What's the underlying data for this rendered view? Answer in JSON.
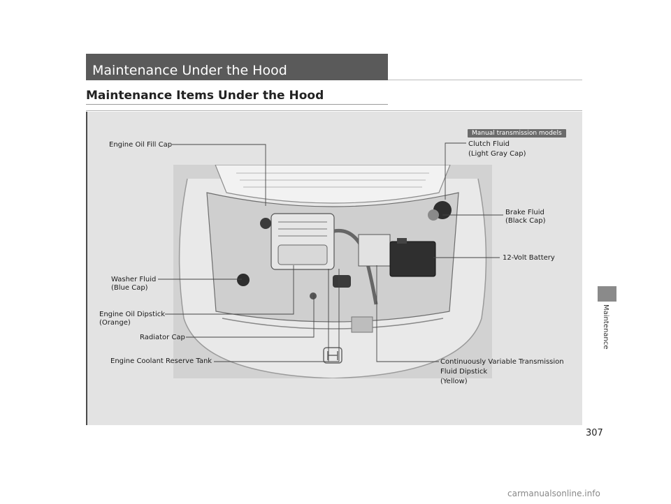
{
  "header": {
    "title": "Maintenance Under the Hood",
    "subtitle": "Maintenance Items Under the Hood"
  },
  "diagram": {
    "badge": "Manual transmission models",
    "labels": {
      "engine_oil_fill_cap": "Engine Oil Fill Cap",
      "clutch_fluid_1": "Clutch Fluid",
      "clutch_fluid_2": "(Light Gray Cap)",
      "brake_fluid_1": "Brake Fluid",
      "brake_fluid_2": "(Black Cap)",
      "battery": "12-Volt Battery",
      "washer_fluid_1": "Washer Fluid",
      "washer_fluid_2": "(Blue Cap)",
      "oil_dipstick_1": "Engine Oil Dipstick",
      "oil_dipstick_2": "(Orange)",
      "radiator_cap": "Radiator Cap",
      "coolant_tank": "Engine Coolant Reserve Tank",
      "cvt_1": "Continuously Variable Transmission",
      "cvt_2": "Fluid Dipstick",
      "cvt_3": "(Yellow)"
    }
  },
  "sidebar": {
    "section": "Maintenance"
  },
  "footer": {
    "page_number": "307",
    "watermark": "carmanualsonline.info"
  },
  "colors": {
    "title_bar": "#5a5a5a",
    "panel": "#e3e3e3",
    "side_tab": "#8a8a8a"
  }
}
